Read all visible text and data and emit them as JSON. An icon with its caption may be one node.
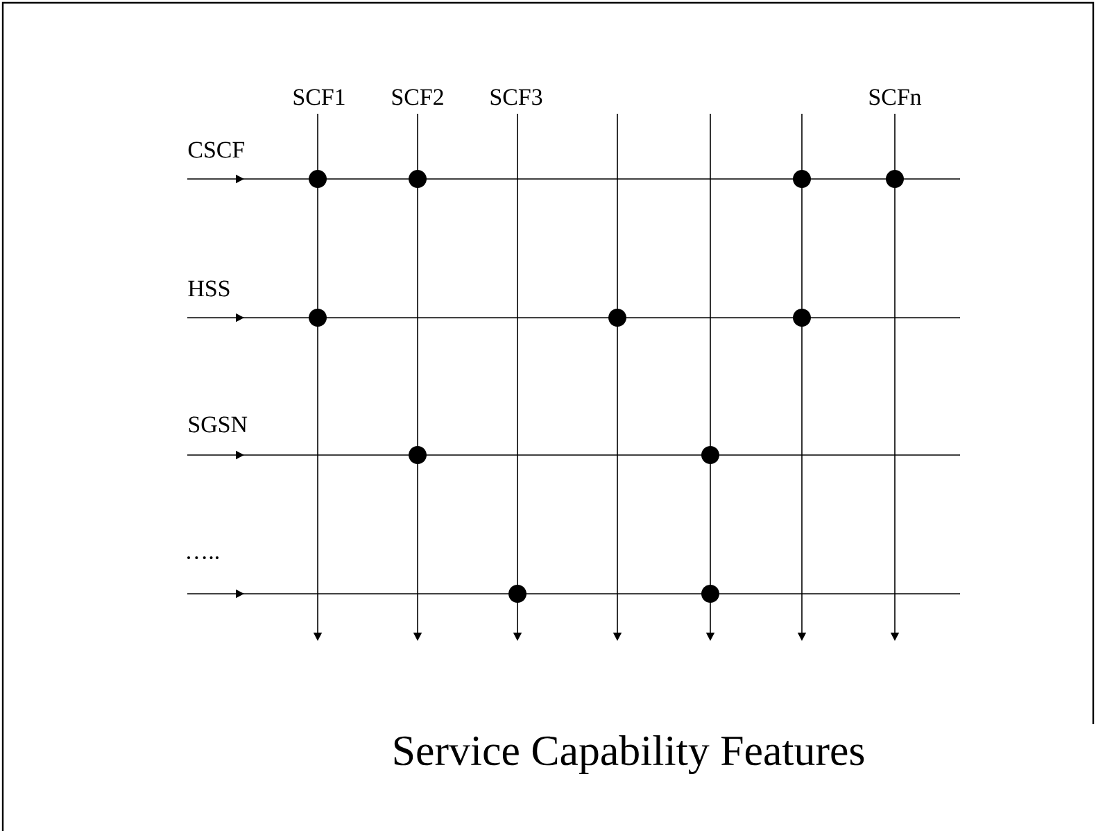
{
  "diagram": {
    "caption": "Service Capability Features",
    "labels": [
      "SCF1",
      "SCF2",
      "SCF3",
      "SCFn",
      "CSCF",
      "HSS",
      "SGSN",
      "….."
    ]
  }
}
